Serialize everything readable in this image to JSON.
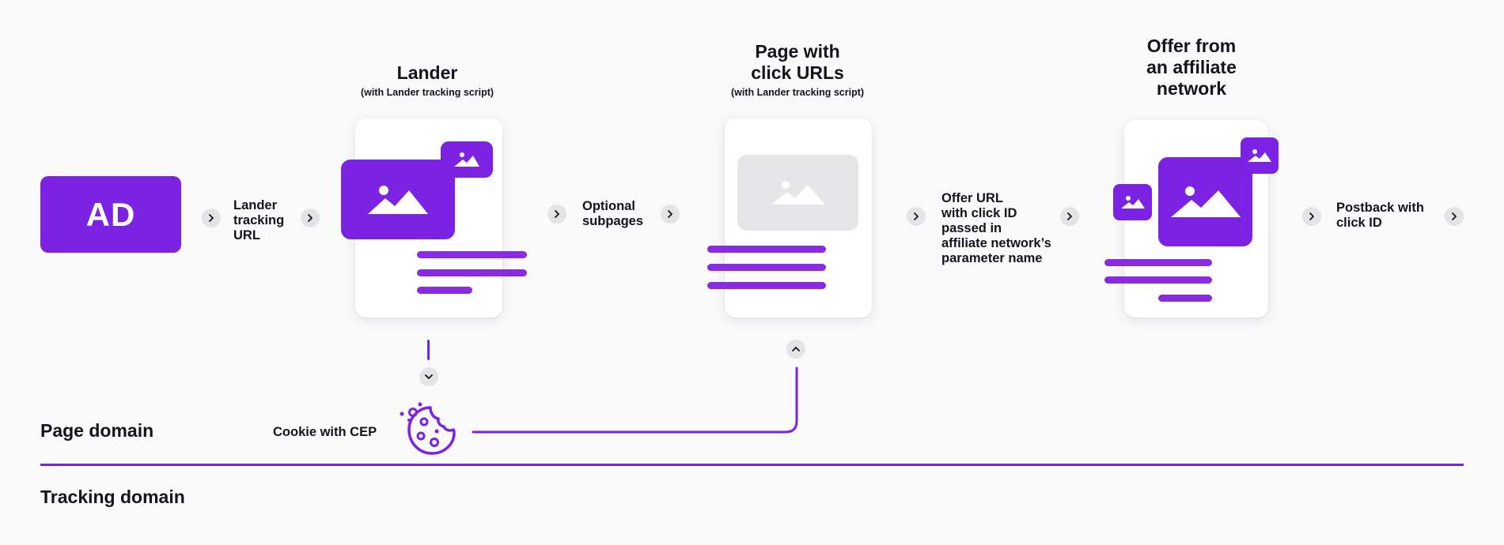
{
  "ad": {
    "label": "AD"
  },
  "lander": {
    "title": "Lander",
    "subtitle": "(with Lander tracking script)"
  },
  "click_page": {
    "title_line1": "Page with",
    "title_line2": "click URLs",
    "subtitle": "(with Lander tracking script)"
  },
  "offer": {
    "title_line1": "Offer from",
    "title_line2": "an affiliate",
    "title_line3": "network"
  },
  "flow_labels": {
    "lander_tracking_url_line1": "Lander",
    "lander_tracking_url_line2": "tracking",
    "lander_tracking_url_line3": "URL",
    "optional_line1": "Optional",
    "optional_line2": "subpages",
    "offer_url_line1": "Offer URL",
    "offer_url_line2": "with click ID",
    "offer_url_line3": "passed in",
    "offer_url_line4": "affiliate network’s",
    "offer_url_line5": "parameter name",
    "postback_line1": "Postback with",
    "postback_line2": "click ID"
  },
  "cookie": {
    "label": "Cookie with CEP"
  },
  "domains": {
    "page": "Page domain",
    "tracking": "Tracking domain"
  },
  "colors": {
    "accent": "#7c22e2",
    "bar": "#8a2be2",
    "placeholder": "#e6e6e8",
    "arrow_bg": "#e4e4e6",
    "text": "#15131c",
    "background": "#fafafb"
  }
}
